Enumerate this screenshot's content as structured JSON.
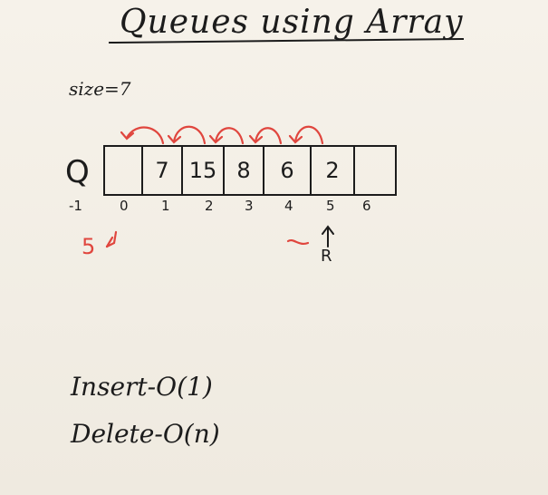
{
  "title": "Queues using Array",
  "size_label": "size=7",
  "queue_label": "Q",
  "cells": [
    "",
    "7",
    "15",
    "8",
    "6",
    "2",
    ""
  ],
  "indices": [
    "-1",
    "0",
    "1",
    "2",
    "3",
    "4",
    "5",
    "6"
  ],
  "front_value": "5",
  "rear_label": "R",
  "insert_text": "Insert-O(1)",
  "delete_text": "Delete-O(n)",
  "colors": {
    "ink": "#1c1c1c",
    "annotation": "#e0463e",
    "board": "#f3efe6"
  }
}
